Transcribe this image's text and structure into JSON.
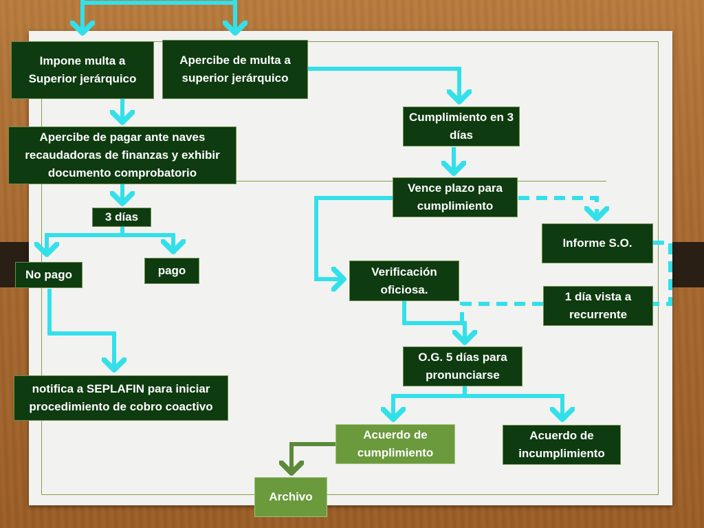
{
  "nodes": {
    "impone_multa": "Impone multa a Superior jerárquico",
    "apercibe_multa": "Apercibe de multa a superior jerárquico",
    "apercibe_pagar": "Apercibe de pagar ante naves recaudadoras de finanzas y exhibir documento comprobatorio",
    "tres_dias_a": "3 días",
    "no_pago": "No pago",
    "pago": "pago",
    "notifica": "notifica a SEPLAFIN para iniciar procedimiento de cobro coactivo",
    "cumplimiento_3": "Cumplimiento en 3 días",
    "vence_plazo": "Vence plazo para cumplimiento",
    "informe_so": "Informe S.O.",
    "verificacion": "Verificación oficiosa.",
    "vista_recurrente": "1 día vista a recurrente",
    "og_5": "O.G. 5 días para pronunciarse",
    "acuerdo_cumpl": "Acuerdo de cumplimiento",
    "acuerdo_incumpl": "Acuerdo de incumplimiento",
    "archivo": "Archivo"
  },
  "colors": {
    "box_fill": "#0e3b10",
    "box_fill_light": "#6a9a3c",
    "connector": "#33e0ea",
    "connector_dark": "#5a8a3a",
    "paper": "#f2f2f0"
  }
}
